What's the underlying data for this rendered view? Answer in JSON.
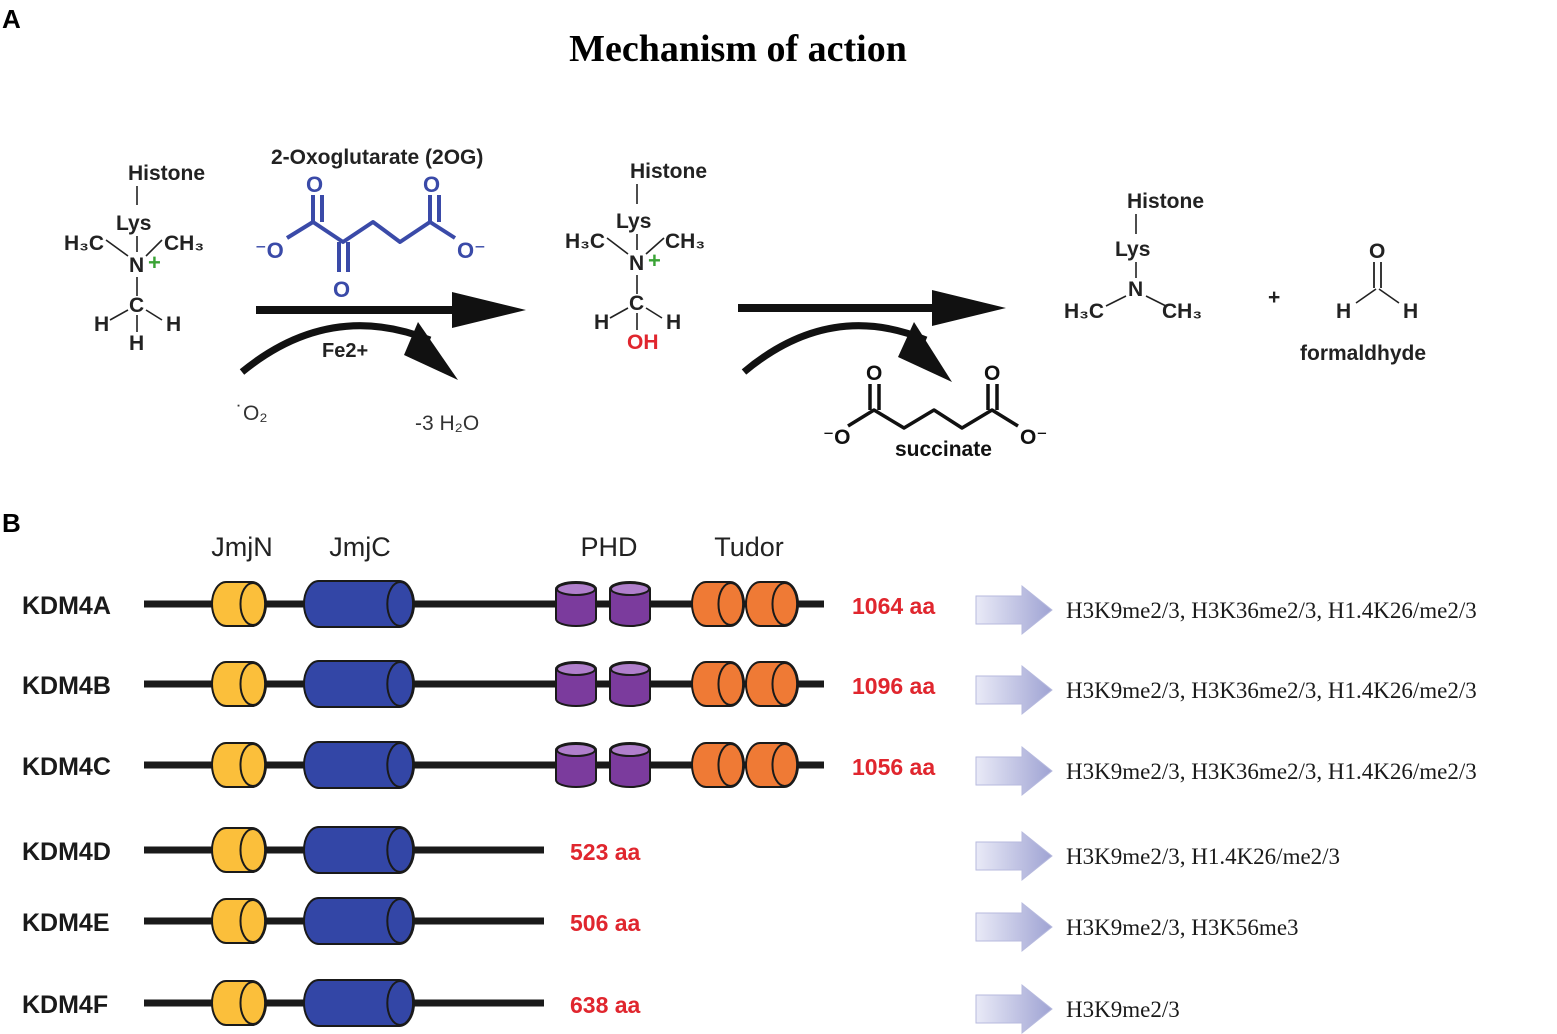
{
  "panel_a": {
    "label": "A",
    "title": "Mechanism of action",
    "reactant": {
      "histone": "Histone",
      "lys": "Lys",
      "h3c": "H₃C",
      "ch3": "CH₃",
      "n": "N",
      "plus": "+",
      "c": "C",
      "h": "H"
    },
    "cofactor": {
      "name": "2-Oxoglutarate (2OG)",
      "o": "O",
      "o_minus": "⁻O",
      "o_minus_r": "O⁻"
    },
    "reaction1": {
      "metal": "Fe2+",
      "oxygen": "˙O₂",
      "water": "-3 H₂O"
    },
    "intermediate": {
      "histone": "Histone",
      "lys": "Lys",
      "h3c": "H₃C",
      "ch3": "CH₃",
      "n": "N",
      "plus": "+",
      "c": "C",
      "h": "H",
      "oh": "OH"
    },
    "byproduct": {
      "name": "succinate",
      "o": "O",
      "o_minus": "⁻O",
      "o_minus_r": "O⁻"
    },
    "product": {
      "histone": "Histone",
      "lys": "Lys",
      "h3c": "H₃C",
      "ch3": "CH₃",
      "n": "N",
      "plus": "+",
      "formaldehyde_o": "O",
      "formaldehyde_h": "H",
      "formaldehyde": "formaldhyde"
    }
  },
  "panel_b": {
    "label": "B",
    "domain_headers": [
      "JmjN",
      "JmjC",
      "PHD",
      "Tudor"
    ],
    "colors": {
      "jmjn": "#fbbf3b",
      "jmjc": "#3346a6",
      "phd": "#7b3b9d",
      "tudor": "#ef7a35",
      "length_text": "#e0262e",
      "arrow": "#c9cbe8"
    },
    "proteins": [
      {
        "name": "KDM4A",
        "length": "1064 aa",
        "substrates": "H3K9me2/3, H3K36me2/3, H1.4K26/me2/3",
        "full": true
      },
      {
        "name": "KDM4B",
        "length": "1096 aa",
        "substrates": "H3K9me2/3, H3K36me2/3, H1.4K26/me2/3",
        "full": true
      },
      {
        "name": "KDM4C",
        "length": "1056 aa",
        "substrates": "H3K9me2/3, H3K36me2/3, H1.4K26/me2/3",
        "full": true
      },
      {
        "name": "KDM4D",
        "length": "523 aa",
        "substrates": "H3K9me2/3, H1.4K26/me2/3",
        "full": false
      },
      {
        "name": "KDM4E",
        "length": "506 aa",
        "substrates": "H3K9me2/3, H3K56me3",
        "full": false
      },
      {
        "name": "KDM4F",
        "length": "638 aa",
        "substrates": "H3K9me2/3",
        "full": false
      }
    ]
  }
}
